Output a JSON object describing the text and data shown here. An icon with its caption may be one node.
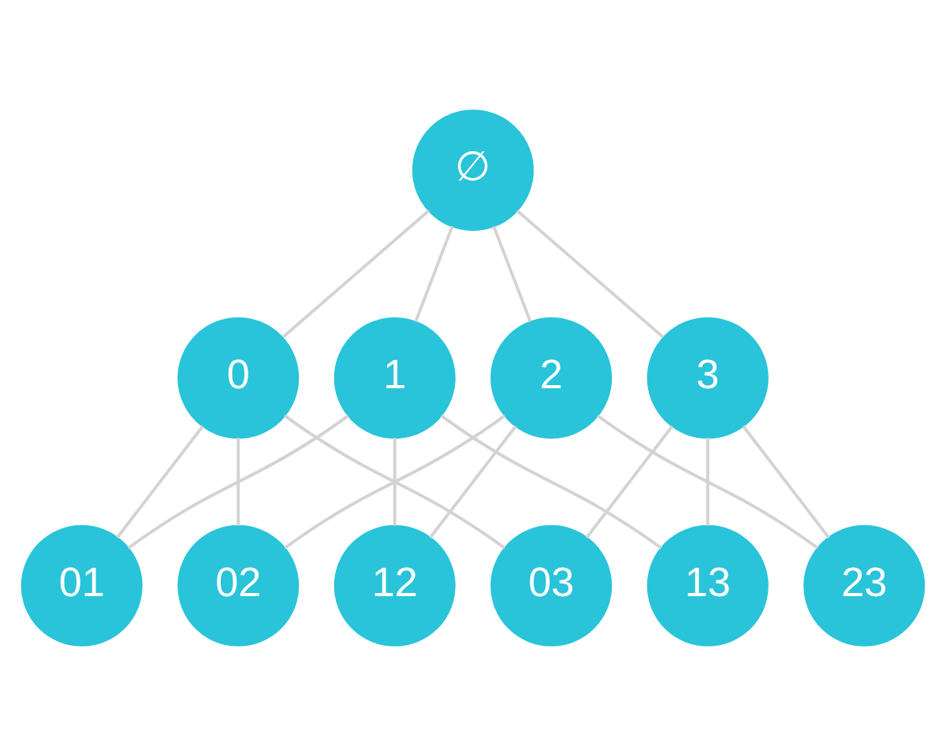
{
  "diagram": {
    "nodes": [
      {
        "text": [
          "∅"
        ]
      },
      {
        "text": [
          "0"
        ]
      },
      {
        "text": [
          "1"
        ]
      },
      {
        "text": [
          "2"
        ]
      },
      {
        "text": [
          "3"
        ]
      },
      {
        "text": [
          "01"
        ]
      },
      {
        "text": [
          "02"
        ]
      },
      {
        "text": [
          "03"
        ]
      },
      {
        "text": [
          "12"
        ]
      },
      {
        "text": [
          "13"
        ]
      },
      {
        "text": [
          "23"
        ]
      }
    ],
    "edges": [
      {
        "from": 0,
        "to": 1,
        "arrow": "none"
      },
      {
        "from": 0,
        "to": 2,
        "arrow": "none"
      },
      {
        "from": 0,
        "to": 3,
        "arrow": "none"
      },
      {
        "from": 0,
        "to": 4,
        "arrow": "none"
      },
      {
        "from": 1,
        "to": 5,
        "arrow": "none"
      },
      {
        "from": 1,
        "to": 6,
        "arrow": "none"
      },
      {
        "from": 1,
        "to": 7,
        "arrow": "none"
      },
      {
        "from": 2,
        "to": 5,
        "arrow": "none"
      },
      {
        "from": 2,
        "to": 8,
        "arrow": "none"
      },
      {
        "from": 2,
        "to": 9,
        "arrow": "none"
      },
      {
        "from": 3,
        "to": 6,
        "arrow": "none"
      },
      {
        "from": 3,
        "to": 8,
        "arrow": "none"
      },
      {
        "from": 3,
        "to": 10,
        "arrow": "none"
      },
      {
        "from": 4,
        "to": 7,
        "arrow": "none"
      },
      {
        "from": 4,
        "to": 9,
        "arrow": "none"
      },
      {
        "from": 4,
        "to": 10,
        "arrow": "none"
      }
    ]
  }
}
